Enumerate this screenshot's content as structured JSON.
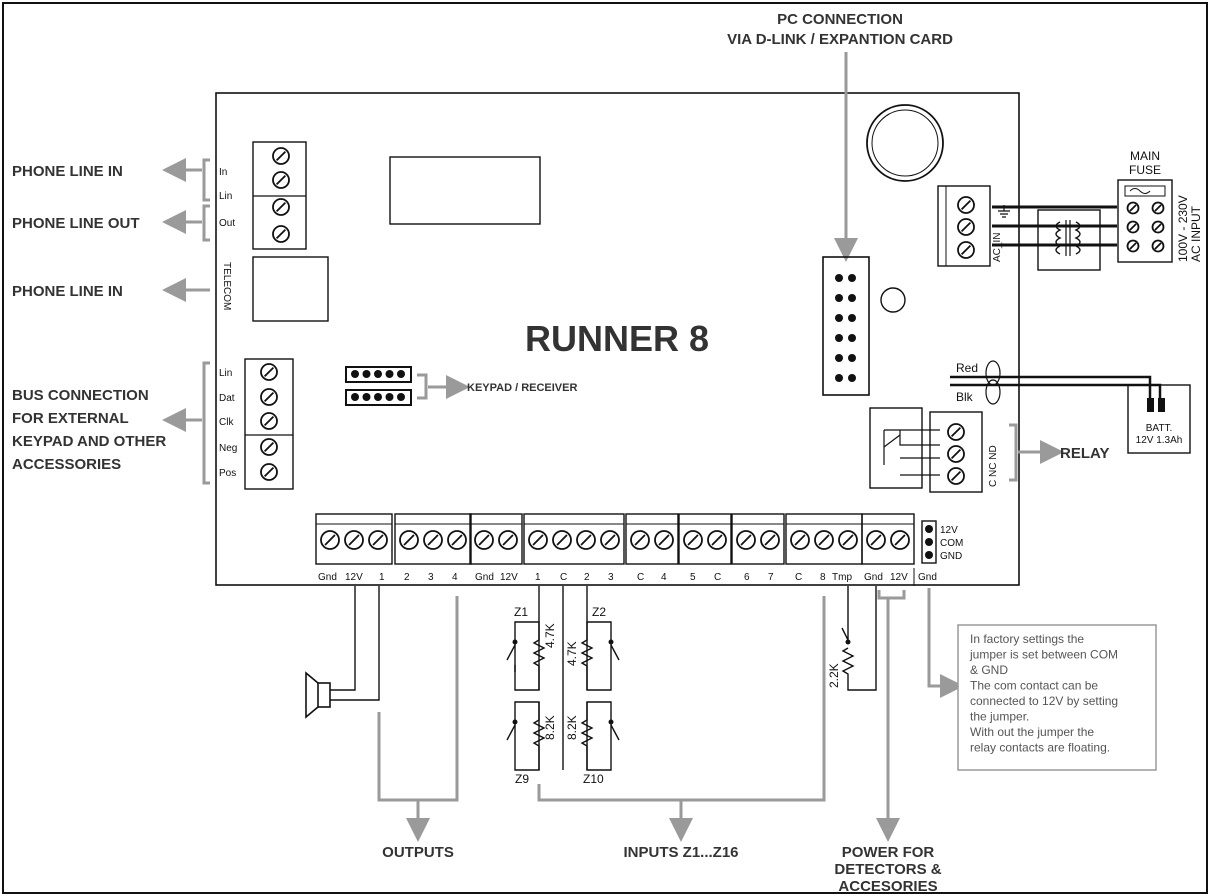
{
  "title": "RUNNER 8",
  "pc_connection": [
    "PC CONNECTION",
    "VIA D-LINK / EXPANTION CARD"
  ],
  "left_labels": {
    "phone_in_1": "PHONE LINE IN",
    "phone_out": "PHONE LINE OUT",
    "phone_in_2": "PHONE LINE IN",
    "bus": [
      "BUS CONNECTION",
      "FOR EXTERNAL",
      "KEYPAD AND OTHER",
      "ACCESSORIES"
    ]
  },
  "phone_terminals": [
    "In",
    "Lin",
    "Out"
  ],
  "telecom": "TELECOM",
  "bus_terminals": [
    "Lin",
    "Dat",
    "Clk",
    "Neg",
    "Pos"
  ],
  "keypad_receiver": "KEYPAD / RECEIVER",
  "main_fuse": [
    "MAIN",
    "FUSE"
  ],
  "ac_input": [
    "100V - 230V",
    "AC INPUT"
  ],
  "ac_in": "AC_IN",
  "battery": {
    "red": "Red",
    "blk": "Blk",
    "label": [
      "BATT.",
      "12V 1.3Ah"
    ]
  },
  "relay": {
    "label": "RELAY",
    "terminals": "C  NC  ND"
  },
  "jumper": [
    "12V",
    "COM",
    "GND"
  ],
  "bottom_terminals": [
    "Gnd",
    "12V",
    "1",
    "2",
    "3",
    "4",
    "Gnd",
    "12V",
    "1",
    "C",
    "2",
    "3",
    "C",
    "4",
    "5",
    "C",
    "6",
    "7",
    "C",
    "8",
    "Tmp",
    "Gnd",
    "12V",
    "Gnd"
  ],
  "zones": {
    "z1": "Z1",
    "z2": "Z2",
    "z9": "Z9",
    "z10": "Z10"
  },
  "resistors": {
    "r47a": "4.7K",
    "r47b": "4.7K",
    "r82a": "8.2K",
    "r82b": "8.2K",
    "r22": "2.2K"
  },
  "bottom_labels": {
    "outputs": "OUTPUTS",
    "inputs": "INPUTS Z1...Z16",
    "power": [
      "POWER FOR",
      "DETECTORS &",
      "ACCESORIES"
    ]
  },
  "note": [
    "In factory settings the",
    "jumper is set between COM",
    "& GND",
    "The com contact can be",
    "connected to 12V by setting",
    "the jumper.",
    "With out the jumper the",
    "relay contacts are floating."
  ]
}
